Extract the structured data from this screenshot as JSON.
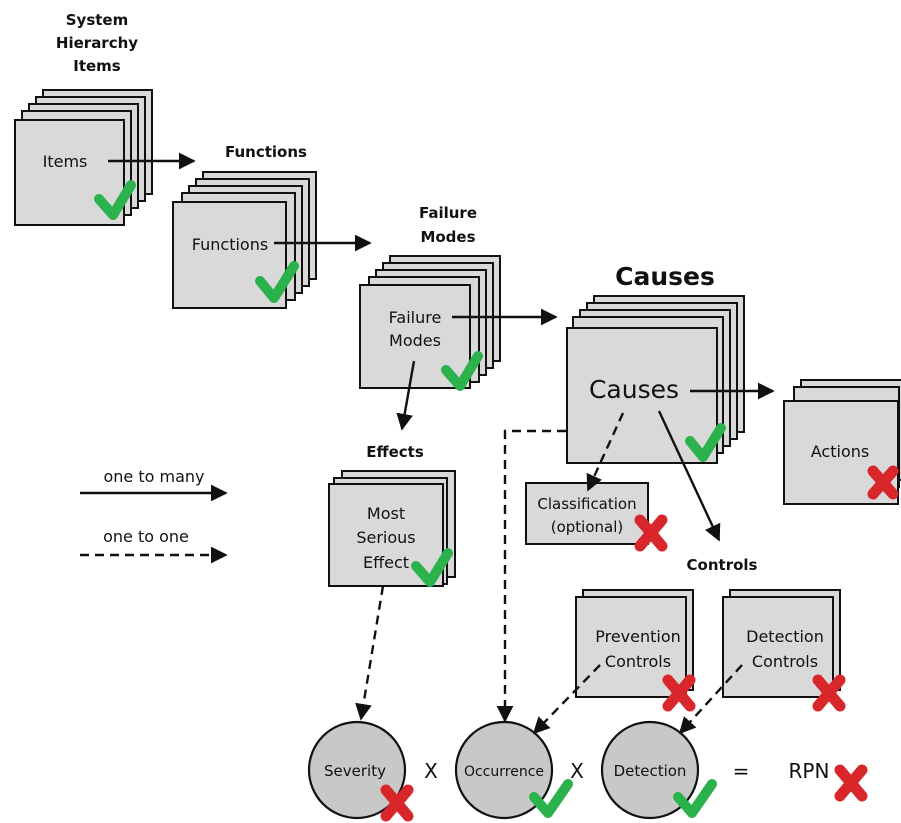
{
  "diagram": {
    "headings": {
      "system_hierarchy_line1": "System",
      "system_hierarchy_line2": "Hierarchy",
      "system_hierarchy_line3": "Items",
      "functions": "Functions",
      "failure_modes_line1": "Failure",
      "failure_modes_line2": "Modes",
      "causes": "Causes",
      "effects": "Effects",
      "controls": "Controls"
    },
    "boxes": {
      "items": "Items",
      "functions": "Functions",
      "failure_modes_line1": "Failure",
      "failure_modes_line2": "Modes",
      "causes": "Causes",
      "actions": "Actions",
      "classification_line1": "Classification",
      "classification_line2": "(optional)",
      "effect_line1": "Most",
      "effect_line2": "Serious",
      "effect_line3": "Effect",
      "prevention_line1": "Prevention",
      "prevention_line2": "Controls",
      "detection_controls_line1": "Detection",
      "detection_controls_line2": "Controls"
    },
    "legend": {
      "one_to_many": "one to many",
      "one_to_one": "one to one"
    },
    "ratings": {
      "severity": "Severity",
      "occurrence": "Occurrence",
      "detection": "Detection",
      "multiply_1": "X",
      "multiply_2": "X",
      "equals": "=",
      "rpn": "RPN"
    },
    "marks": {
      "items": "check",
      "functions": "check",
      "failure_modes": "check",
      "causes": "check",
      "effect": "check",
      "actions": "cross",
      "classification": "cross",
      "prevention_controls": "cross",
      "detection_controls": "cross",
      "severity": "cross",
      "occurrence": "check",
      "detection": "check",
      "rpn": "cross"
    },
    "colors": {
      "check": "#2bb24c",
      "cross": "#d9262b",
      "box_fill": "#d9d9d9",
      "circle_fill": "#c8c8c8"
    }
  }
}
